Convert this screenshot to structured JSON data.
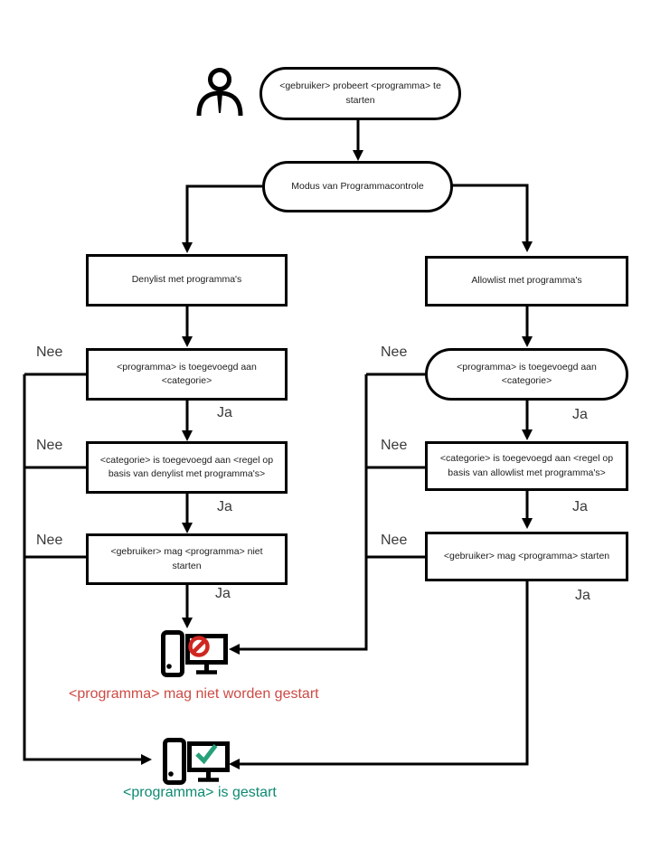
{
  "labels": {
    "yes": "Ja",
    "no": "Nee"
  },
  "nodes": {
    "start": "<gebruiker> probeert <programma> te starten",
    "mode": "Modus van Programmacontrole",
    "denylist": "Denylist met programma's",
    "allowlist": "Allowlist met programma's",
    "deny_check_program": "<programma> is toegevoegd aan <categorie>",
    "allow_check_program": "<programma> is toegevoegd aan <categorie>",
    "deny_check_category": "<categorie> is toegevoegd aan <regel op basis van denylist met programma's>",
    "allow_check_category": "<categorie> is toegevoegd aan <regel op basis van allowlist met programma's>",
    "deny_result": "<gebruiker> mag <programma> niet starten",
    "allow_result": "<gebruiker> mag <programma> starten"
  },
  "outcomes": {
    "blocked": "<programma> mag niet worden gestart",
    "started": "<programma> is gestart"
  },
  "colors": {
    "blocked_text": "#cd4a44",
    "started_text": "#0e8a72",
    "prohibited_sign": "#cf2720",
    "check_sign": "#27a17a",
    "line": "#000000"
  },
  "icons": {
    "user": "user-icon",
    "blocked": "computer-blocked-icon",
    "started": "computer-started-icon"
  }
}
